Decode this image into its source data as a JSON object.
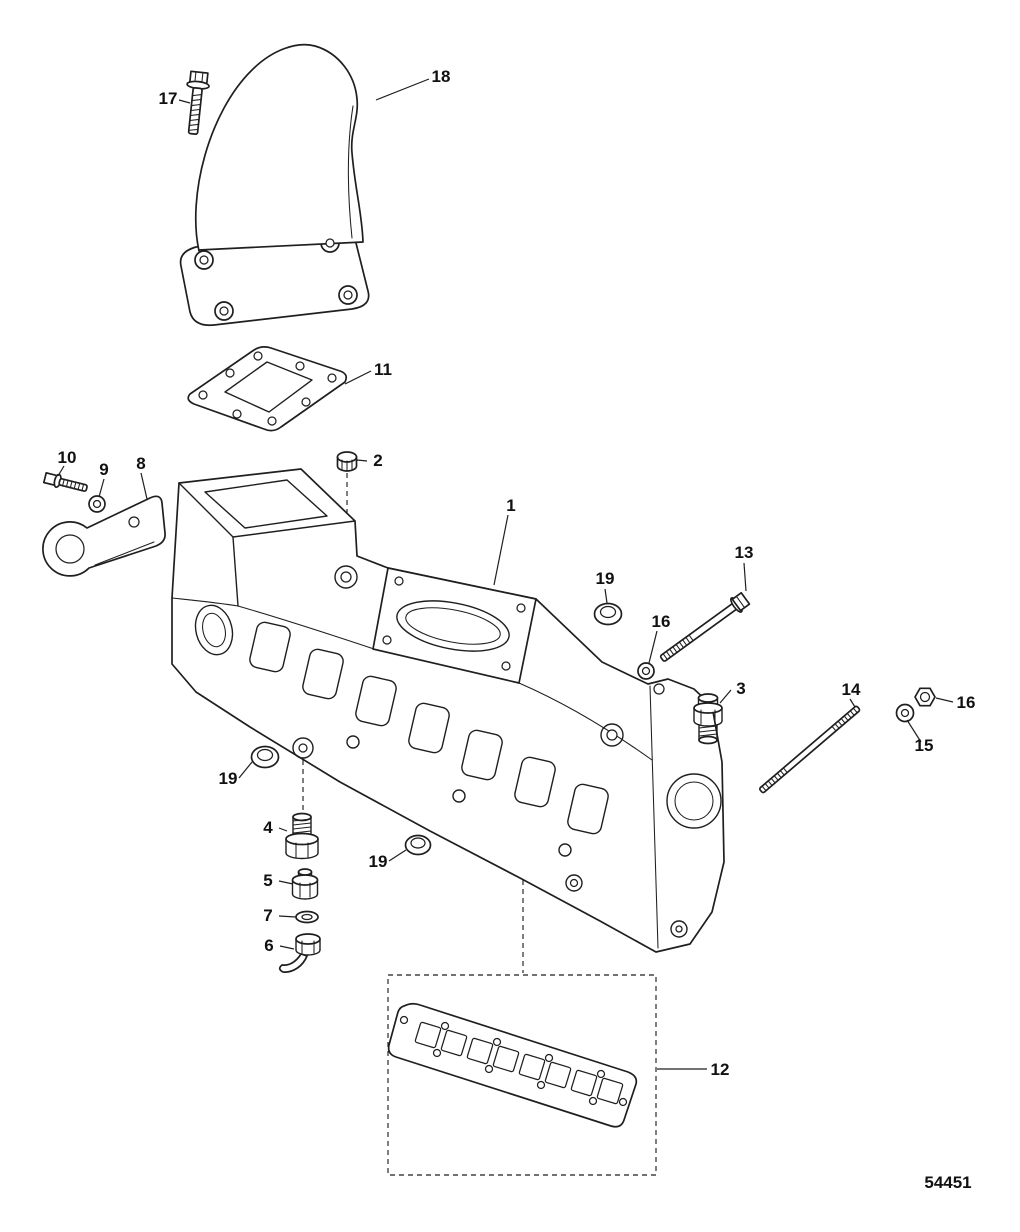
{
  "page": {
    "background_color": "#ffffff",
    "line_color": "#1f1f1f",
    "text_color": "#111111"
  },
  "drawing_number": "54451",
  "callouts": [
    {
      "label": "17"
    },
    {
      "label": "18"
    },
    {
      "label": "11"
    },
    {
      "label": "2"
    },
    {
      "label": "10"
    },
    {
      "label": "9"
    },
    {
      "label": "8"
    },
    {
      "label": "1"
    },
    {
      "label": "19"
    },
    {
      "label": "13"
    },
    {
      "label": "16"
    },
    {
      "label": "3"
    },
    {
      "label": "14"
    },
    {
      "label": "16"
    },
    {
      "label": "15"
    },
    {
      "label": "19"
    },
    {
      "label": "4"
    },
    {
      "label": "5"
    },
    {
      "label": "7"
    },
    {
      "label": "6"
    },
    {
      "label": "19"
    },
    {
      "label": "12"
    }
  ]
}
